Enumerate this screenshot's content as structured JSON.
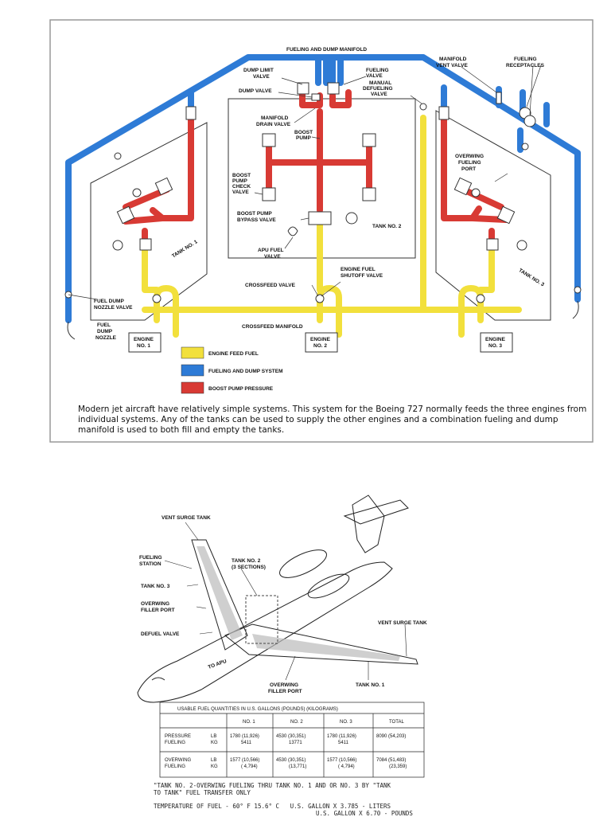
{
  "figure1": {
    "labels": {
      "manifold": "FUELING AND DUMP MANIFOLD",
      "dump_limit_1": "DUMP LIMIT",
      "dump_limit_2": "VALVE",
      "dump_valve": "DUMP VALVE",
      "fueling_valve_1": "FUELING",
      "fueling_valve_2": "VALVE",
      "manual_defuel_1": "MANUAL",
      "manual_defuel_2": "DEFUELING",
      "manual_defuel_3": "VALVE",
      "manifold_vent_1": "MANIFOLD",
      "manifold_vent_2": "VENT VALVE",
      "fueling_recept_1": "FUELING",
      "fueling_recept_2": "RECEPTACLES",
      "manifold_drain_1": "MANIFOLD",
      "manifold_drain_2": "DRAIN VALVE",
      "boost_pump_1": "BOOST",
      "boost_pump_2": "PUMP",
      "check_valve_1": "BOOST",
      "check_valve_2": "PUMP",
      "check_valve_3": "CHECK",
      "check_valve_4": "VALVE",
      "bypass_1": "BOOST PUMP",
      "bypass_2": "BYPASS VALVE",
      "overwing_1": "OVERWING",
      "overwing_2": "FUELING",
      "overwing_3": "PORT",
      "tank1": "TANK NO. 1",
      "tank2": "TANK NO. 2",
      "tank3": "TANK NO. 3",
      "apu_1": "APU FUEL",
      "apu_2": "VALVE",
      "shutoff_1": "ENGINE FUEL",
      "shutoff_2": "SHUTOFF VALVE",
      "crossfeed_valve": "CROSSFEED VALVE",
      "nozzle_valve_1": "FUEL DUMP",
      "nozzle_valve_2": "NOZZLE VALVE",
      "nozzle_1": "FUEL",
      "nozzle_2": "DUMP",
      "nozzle_3": "NOZZLE",
      "crossfeed_manifold": "CROSSFEED MANIFOLD",
      "engine1_1": "ENGINE",
      "engine1_2": "NO. 1",
      "engine2_1": "ENGINE",
      "engine2_2": "NO. 2",
      "engine3_1": "ENGINE",
      "engine3_2": "NO. 3"
    },
    "legend": [
      {
        "label": "ENGINE FEED FUEL",
        "color": "#f2e03c"
      },
      {
        "label": "FUELING AND DUMP SYSTEM",
        "color": "#2e7bd6"
      },
      {
        "label": "BOOST PUMP PRESSURE",
        "color": "#d83a34"
      }
    ],
    "caption": "Modern jet aircraft have relatively simple systems. This system for the Boeing 727 normally feeds the three engines from individual systems. Any of the tanks can be used to supply the other engines and a combination fueling and dump manifold is used to both fill and empty the tanks."
  },
  "figure2": {
    "labels": {
      "vent_surge_left": "VENT SURGE TANK",
      "fueling_station_1": "FUELING",
      "fueling_station_2": "STATION",
      "tank2_1": "TANK NO. 2",
      "tank2_2": "(3 SECTIONS)",
      "tank3": "TANK NO. 3",
      "overwing_filler_1": "OVERWING",
      "overwing_filler_2": "FILLER PORT",
      "defuel_valve": "DEFUEL VALVE",
      "to_apu": "TO APU",
      "vent_surge_right": "VENT SURGE TANK",
      "overwing_filler_b_1": "OVERWING",
      "overwing_filler_b_2": "FILLER PORT",
      "tank1": "TANK NO. 1"
    },
    "table": {
      "title": "USABLE FUEL QUANTITIES IN U.S. GALLONS (POUNDS) (KILOGRAMS)",
      "headers": [
        "NO. 1",
        "NO. 2",
        "NO. 3",
        "TOTAL"
      ],
      "rows": [
        {
          "label1": "PRESSURE",
          "label2": "FUELING",
          "unit1": "LB",
          "unit2": "KG",
          "cells": [
            [
              "1780 (11,926)",
              "5411"
            ],
            [
              "4530 (30,351)",
              "13771"
            ],
            [
              "1780 (11,926)",
              "5411"
            ],
            [
              "8090 (54,203)",
              ""
            ]
          ]
        },
        {
          "label1": "OVERWING",
          "label2": "FUELING",
          "unit1": "LB",
          "unit2": "KG",
          "cells": [
            [
              "1577 (10,566)",
              "( 4,794)"
            ],
            [
              "4530 (30,351)",
              "(13,771)"
            ],
            [
              "1577 (10,566)",
              "( 4,794)"
            ],
            [
              "7084 (51,483)",
              "(23,359)"
            ]
          ]
        }
      ]
    },
    "note_1": "\"TANK NO. 2-OVERWING FUELING THRU TANK NO. 1 AND OR NO. 3 BY \"TANK",
    "note_2": "TO TANK\" FUEL TRANSFER ONLY",
    "temp_1": "TEMPERATURE OF FUEL - 60° F 15.6° C",
    "temp_2": "U.S. GALLON X 3.785 - LITERS",
    "temp_3": "U.S. GALLON X 6.70 - POUNDS"
  }
}
